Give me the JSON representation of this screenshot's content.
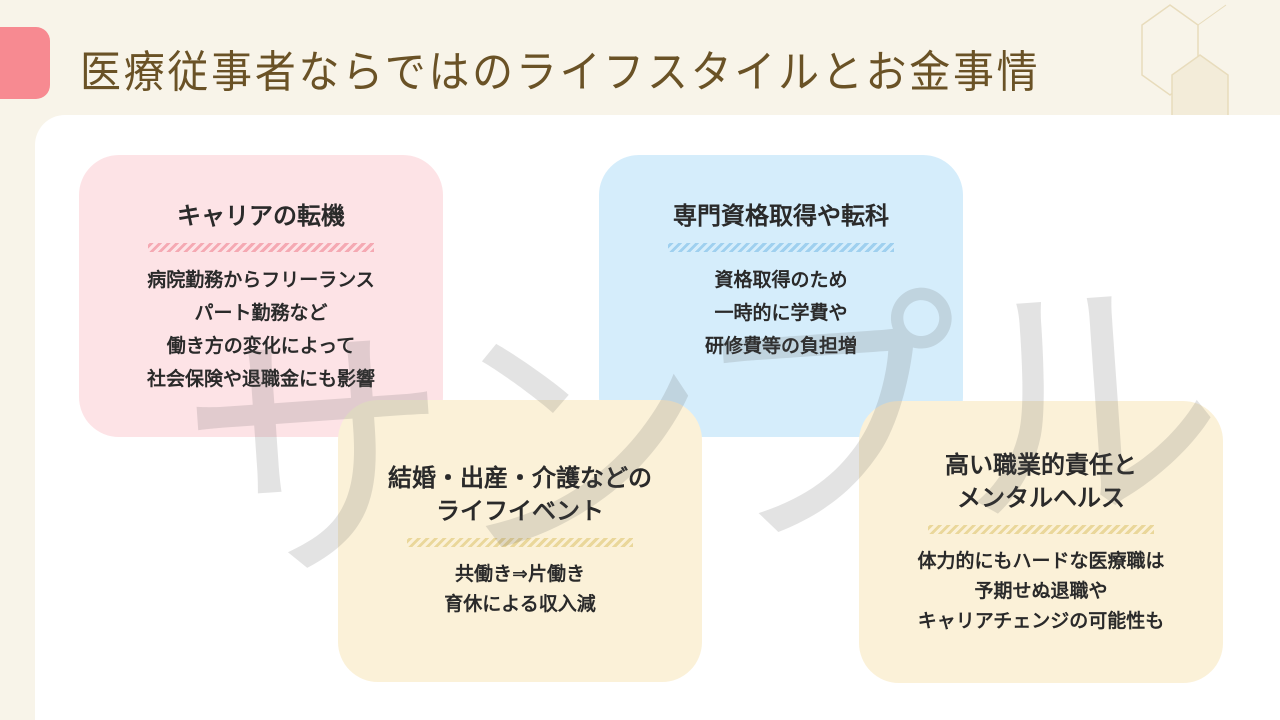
{
  "title": "医療従事者ならではのライフスタイルとお金事情",
  "watermark": "サンプル",
  "cards": [
    {
      "title": "キャリアの転機",
      "body": [
        "病院勤務からフリーランス",
        "パート勤務など",
        "働き方の変化によって",
        "社会保険や退職金にも影響"
      ]
    },
    {
      "title": "専門資格取得や転科",
      "body": [
        "資格取得のため",
        "一時的に学費や",
        "研修費等の負担増"
      ]
    },
    {
      "title": [
        "結婚・出産・介護などの",
        "ライフイベント"
      ],
      "body": [
        "共働き⇒片働き",
        "育休による収入減"
      ]
    },
    {
      "title": [
        "高い職業的責任と",
        "メンタルヘルス"
      ],
      "body": [
        "体力的にもハードな医療職は",
        "予期せぬ退職や",
        "キャリアチェンジの可能性も"
      ]
    }
  ],
  "colors": {
    "accent": "#f78a91",
    "title": "#6a5226",
    "pink": "#fde3e6",
    "blue": "#d5edfb",
    "yellow": "#fbf1d8"
  }
}
